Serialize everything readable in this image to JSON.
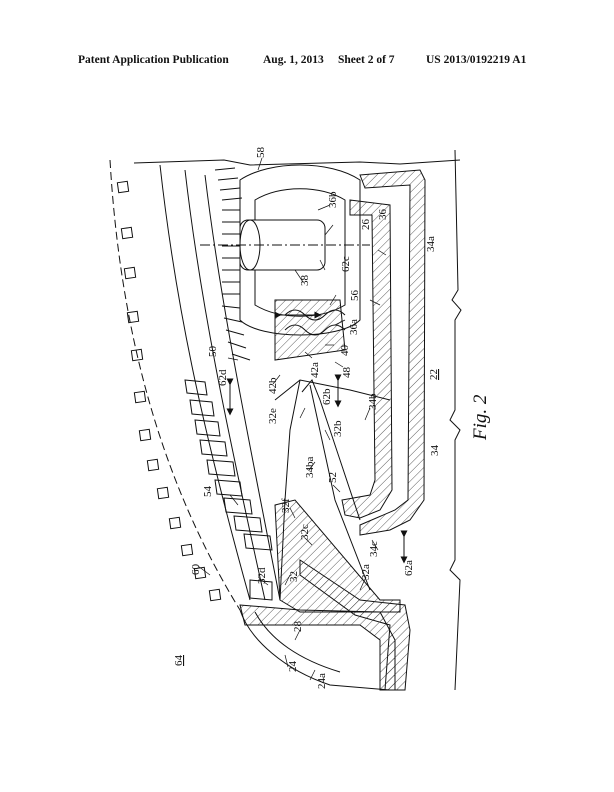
{
  "header": {
    "publication": "Patent Application Publication",
    "date": "Aug. 1, 2013",
    "sheet": "Sheet 2 of 7",
    "number": "US 2013/0192219 A1"
  },
  "figure": {
    "caption": "Fig. 2",
    "reference_labels": {
      "r64": "64",
      "r60": "60",
      "r54": "54",
      "r50": "50",
      "r58": "58",
      "r36b": "36b",
      "r36": "36",
      "r26": "26",
      "r34a": "34a",
      "r38": "38",
      "r62c": "62c",
      "r56": "56",
      "r36a": "36a",
      "r40": "40",
      "r42a": "42a",
      "r48": "48",
      "r42b": "42b",
      "r62d": "62d",
      "r62b": "62b",
      "r32e": "32e",
      "r32b": "32b",
      "r34b": "34b",
      "r34ba": "34ba",
      "r52": "52",
      "r32f": "32f",
      "r32c": "32c",
      "r34c": "34c",
      "r32a": "32a",
      "r62a": "62a",
      "r32d": "32d",
      "r32": "32",
      "r28": "28",
      "r24": "24",
      "r24a": "24a",
      "r34": "34",
      "r22": "22"
    }
  }
}
